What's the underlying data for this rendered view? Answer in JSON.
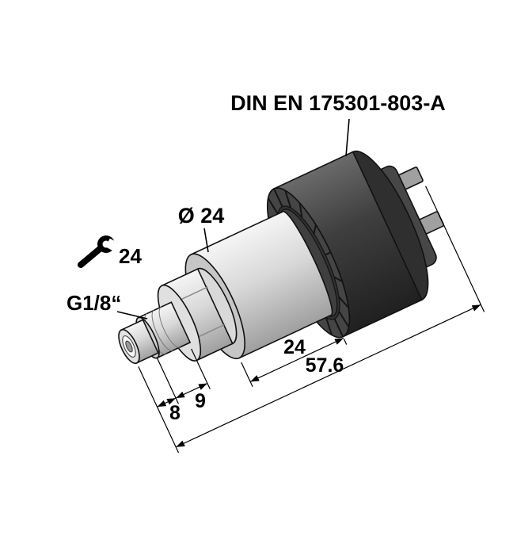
{
  "drawing": {
    "standard_label": "DIN EN 175301-803-A",
    "diameter_label": "Ø 24",
    "wrench_size_label": "24",
    "thread_label": "G1/8“",
    "dimensions": {
      "body_length": "24",
      "overall_length": "57.6",
      "thread_step_length": "9",
      "tip_length": "8"
    },
    "colors": {
      "metal_light": "#f5f5f5",
      "metal_mid": "#d8d8d8",
      "metal_dark": "#9f9f9f",
      "housing_dark": "#3a3a3a",
      "line": "#000000",
      "background": "#ffffff"
    }
  }
}
